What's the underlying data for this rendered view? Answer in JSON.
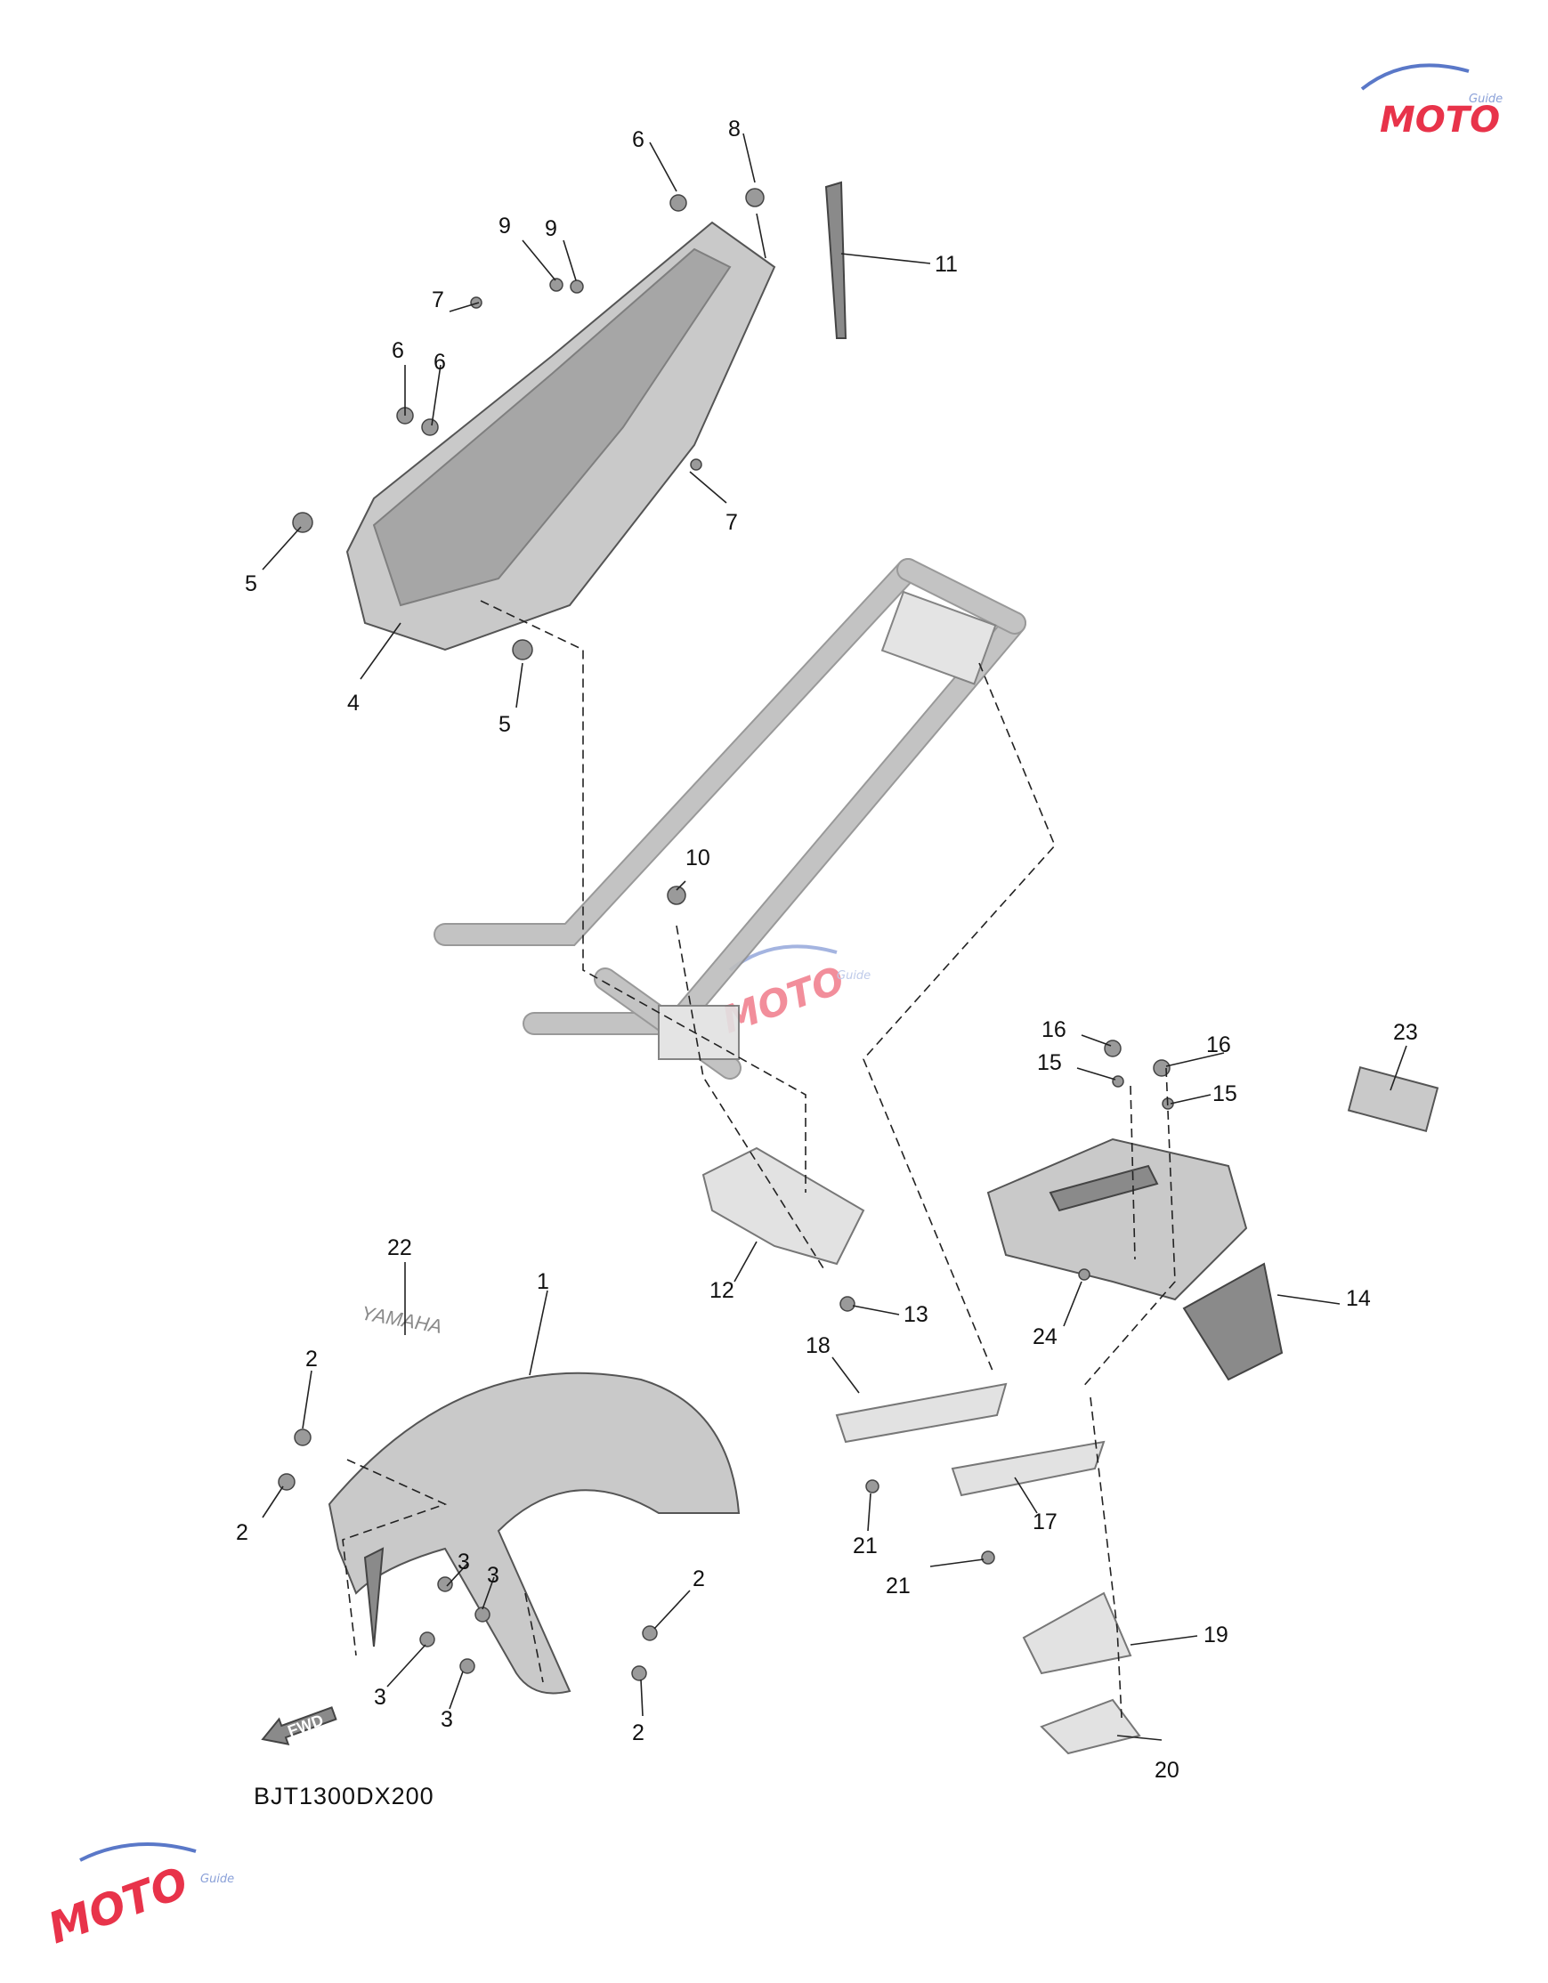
{
  "diagram_code": "BJT1300DX200",
  "fwd_label": "FWD",
  "decal_text": "YAMAHA",
  "watermark": {
    "text": "MOTO",
    "subtext": "Guide",
    "accent": "#e8334a",
    "secondary": "#5a78c8"
  },
  "callouts": [
    {
      "id": "c6a",
      "label": "6"
    },
    {
      "id": "c8",
      "label": "8"
    },
    {
      "id": "c9a",
      "label": "9"
    },
    {
      "id": "c9b",
      "label": "9"
    },
    {
      "id": "c11",
      "label": "11"
    },
    {
      "id": "c7a",
      "label": "7"
    },
    {
      "id": "c6b",
      "label": "6"
    },
    {
      "id": "c6c",
      "label": "6"
    },
    {
      "id": "c7b",
      "label": "7"
    },
    {
      "id": "c5a",
      "label": "5"
    },
    {
      "id": "c4",
      "label": "4"
    },
    {
      "id": "c5b",
      "label": "5"
    },
    {
      "id": "c10",
      "label": "10"
    },
    {
      "id": "c16a",
      "label": "16"
    },
    {
      "id": "c16b",
      "label": "16"
    },
    {
      "id": "c23",
      "label": "23"
    },
    {
      "id": "c15a",
      "label": "15"
    },
    {
      "id": "c15b",
      "label": "15"
    },
    {
      "id": "c22",
      "label": "22"
    },
    {
      "id": "c1",
      "label": "1"
    },
    {
      "id": "c12",
      "label": "12"
    },
    {
      "id": "c13",
      "label": "13"
    },
    {
      "id": "c14",
      "label": "14"
    },
    {
      "id": "c24",
      "label": "24"
    },
    {
      "id": "c2a",
      "label": "2"
    },
    {
      "id": "c18",
      "label": "18"
    },
    {
      "id": "c2b",
      "label": "2"
    },
    {
      "id": "c21a",
      "label": "21"
    },
    {
      "id": "c17",
      "label": "17"
    },
    {
      "id": "c3a",
      "label": "3"
    },
    {
      "id": "c3b",
      "label": "3"
    },
    {
      "id": "c21b",
      "label": "21"
    },
    {
      "id": "c2c",
      "label": "2"
    },
    {
      "id": "c3c",
      "label": "3"
    },
    {
      "id": "c19",
      "label": "19"
    },
    {
      "id": "c3d",
      "label": "3"
    },
    {
      "id": "c2d",
      "label": "2"
    },
    {
      "id": "c20",
      "label": "20"
    }
  ]
}
